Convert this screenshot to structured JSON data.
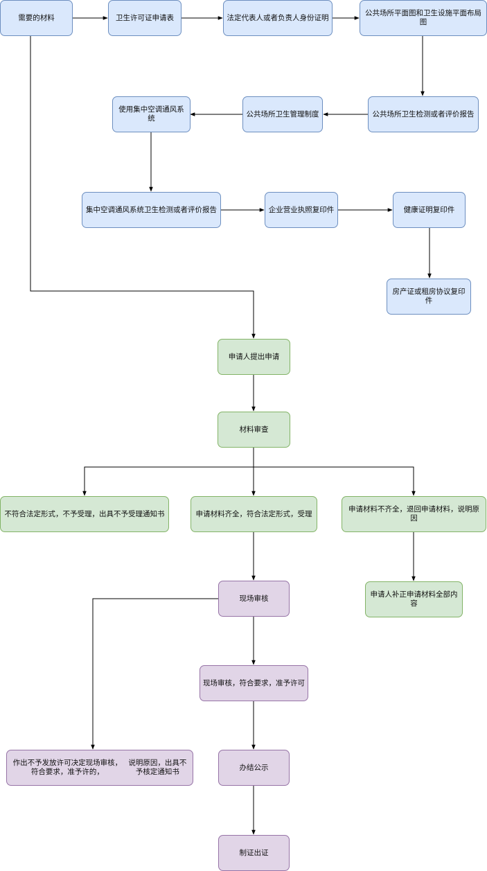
{
  "nodes": {
    "materials": "需要的材料",
    "hygiene_permit_form": "卫生许可证申请表",
    "legal_rep_id": "法定代表人或者负责人身份证明",
    "floor_plan": "公共场所平面图和卫生设施平面布局图",
    "hygiene_test_report": "公共场所卫生检测或者评价报告",
    "hygiene_mgmt_system": "公共场所卫生管理制度",
    "central_ac": "使用集中空调通风系统",
    "ac_test_report": "集中空调通风系统卫生检测或者评价报告",
    "business_license": "企业营业执照复印件",
    "health_cert": "健康证明复印件",
    "property_cert": "房产证或租房协议复印件",
    "applicant_submit": "申请人提出申请",
    "material_review": "材料审查",
    "reject_notice": "不符合法定形式，不予受理，出具不予受理通知书",
    "accept": "申请材料齐全，符合法定形式，受理",
    "incomplete": "申请材料不齐全，退回申请材料，说明原因",
    "supplement": "申请人补正申请材料全部内容",
    "onsite_review": "现场审核",
    "onsite_approve": "现场审核，符合要求，准予许可",
    "deny_line1": "作出不予发放许可决定现场审核，符合要求，准予许的，",
    "deny_line2": "说明原因，出具不予核定通知书",
    "publish": "办结公示",
    "issue_cert": "制证出证"
  },
  "colors": {
    "blue_fill": "#dae8fc",
    "blue_stroke": "#6c8ebf",
    "green_fill": "#d5e8d4",
    "green_stroke": "#82b366",
    "purple_fill": "#e1d5e7",
    "purple_stroke": "#9673a6",
    "edge": "#000000"
  }
}
